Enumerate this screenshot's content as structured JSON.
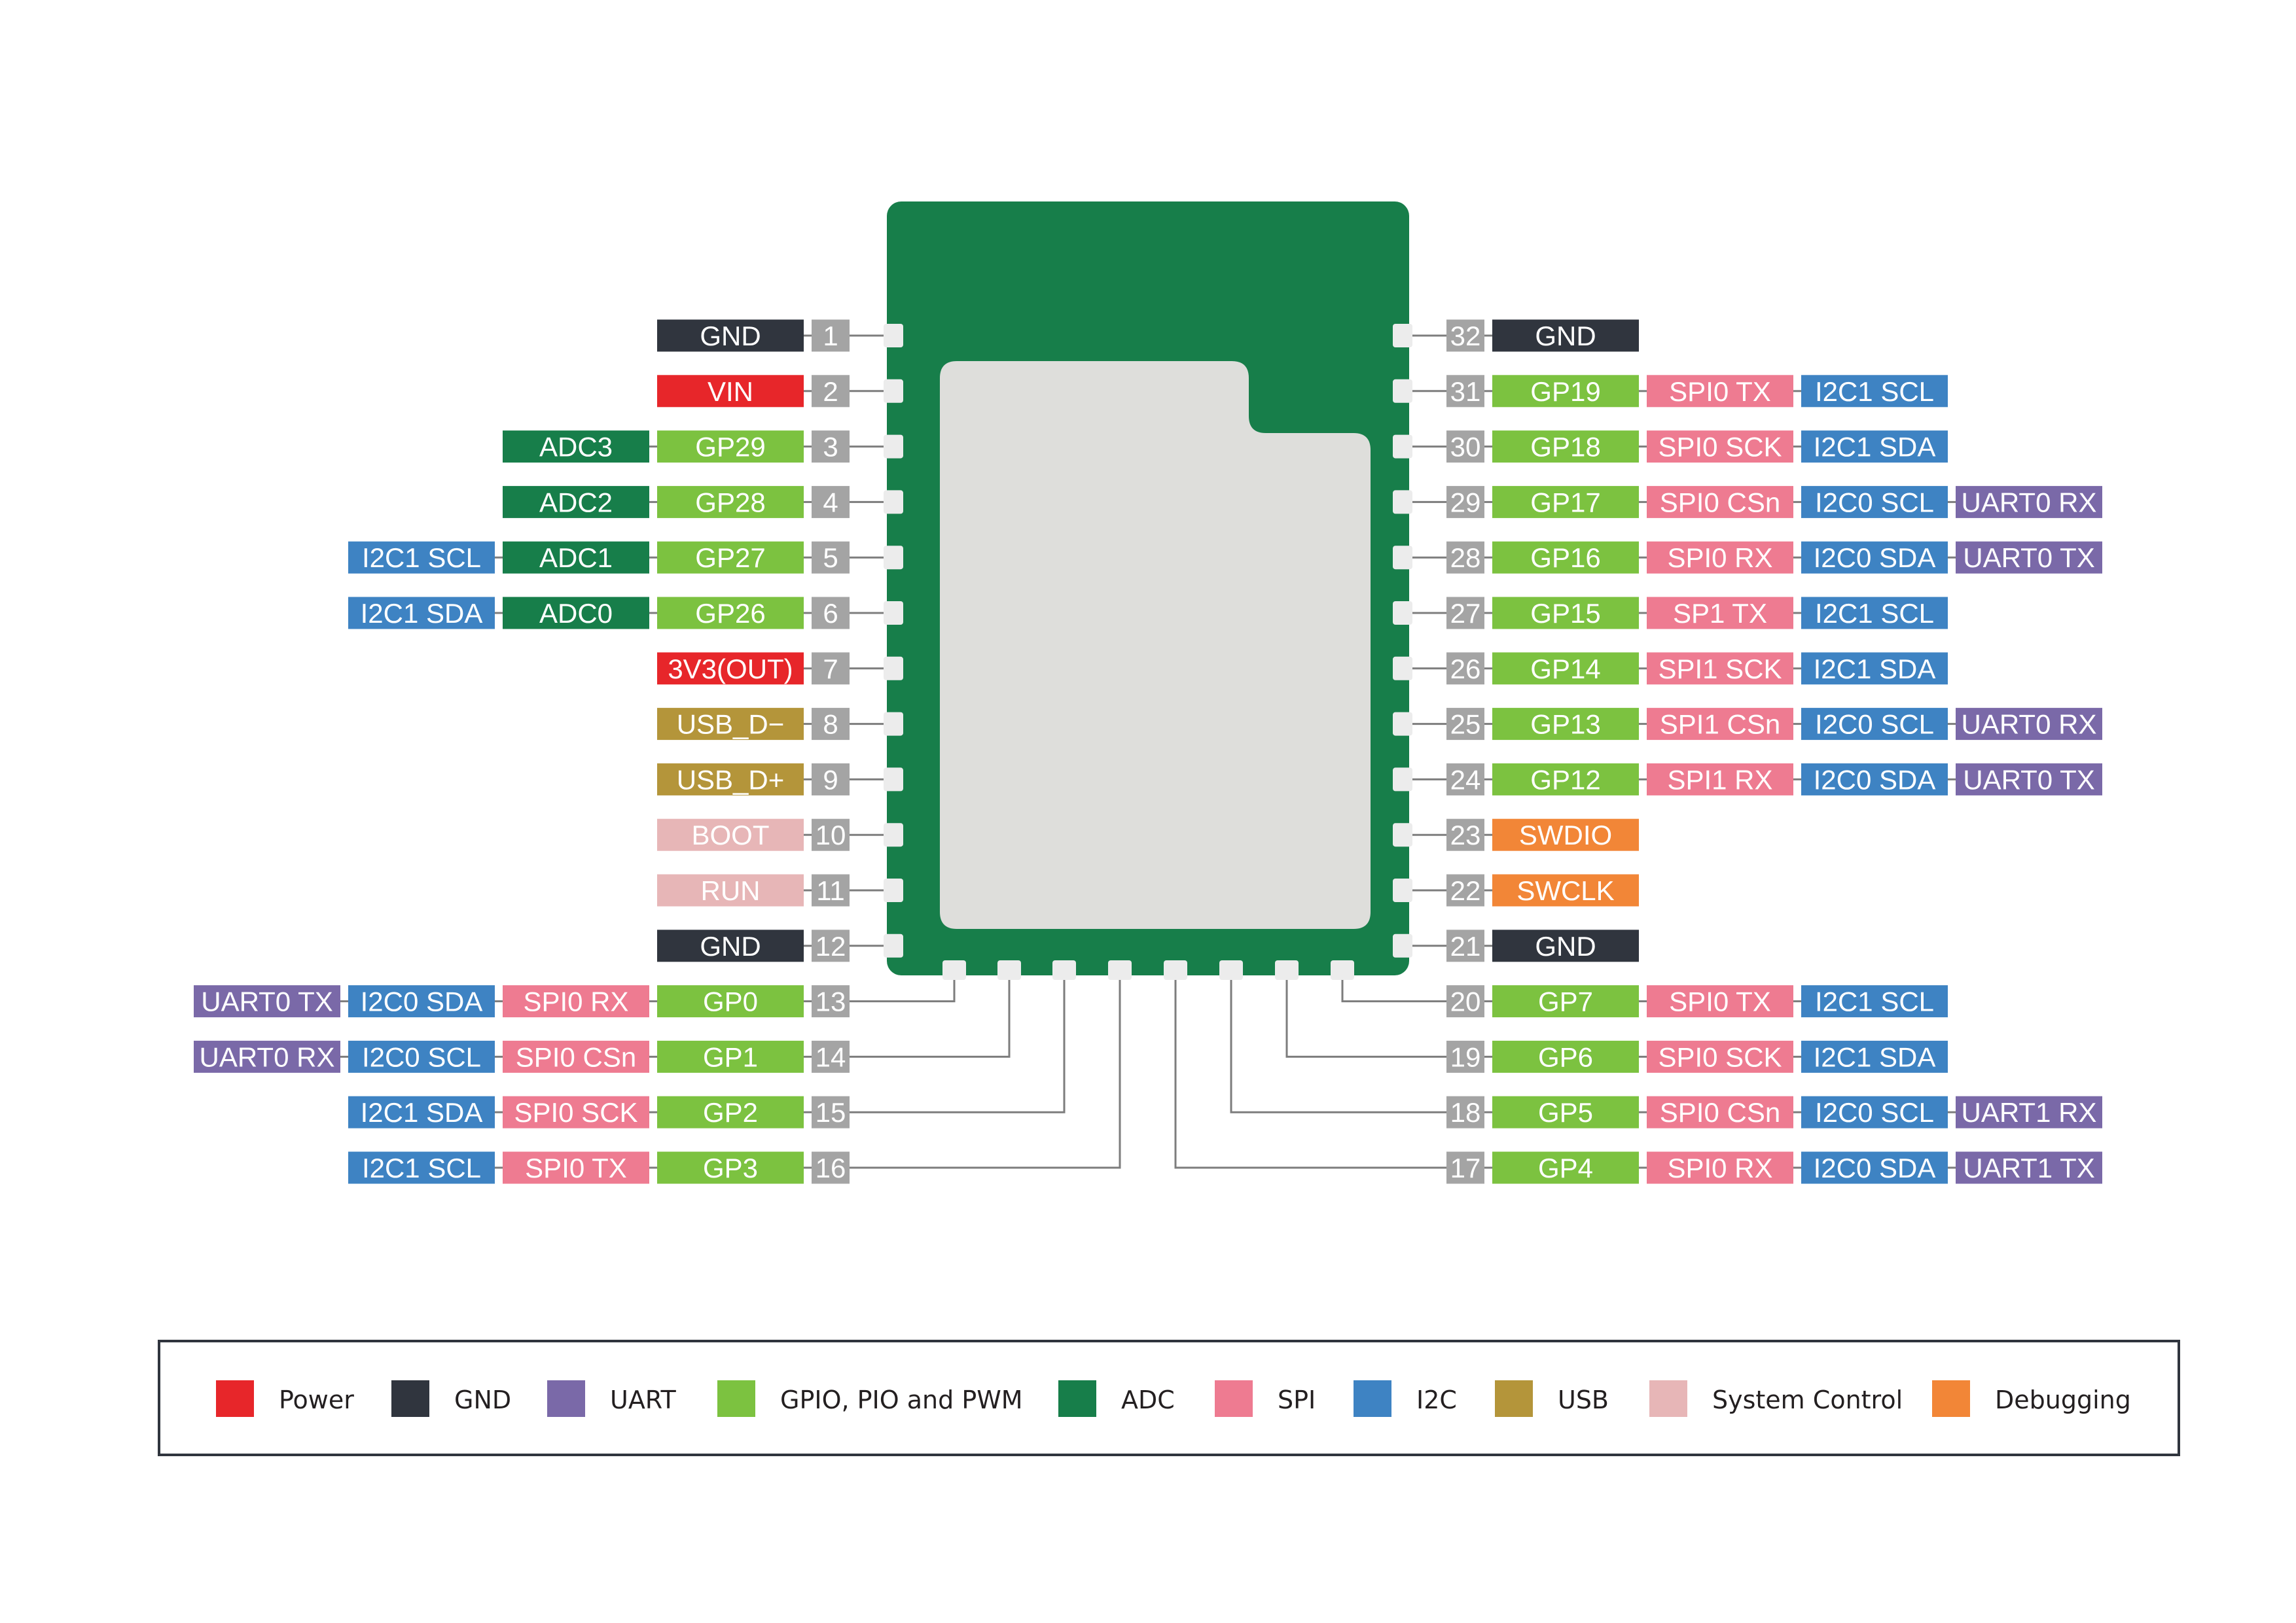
{
  "colors": {
    "power": "#e7262a",
    "gnd": "#30353e",
    "uart": "#7a69a8",
    "gpio": "#7cc240",
    "adc": "#177e4a",
    "spi": "#ee7b91",
    "i2c": "#3e83c3",
    "usb": "#b4953a",
    "sysctl": "#e7b6b7",
    "debug": "#f28637",
    "pin": "#a4a4a4",
    "board": "#177e4a",
    "shield": "#dededb",
    "pad": "#ececec",
    "line": "#7d7d7d"
  },
  "pins_left": [
    {
      "num": "1",
      "tags": [
        {
          "text": "GND",
          "type": "gnd"
        }
      ]
    },
    {
      "num": "2",
      "tags": [
        {
          "text": "VIN",
          "type": "power"
        }
      ]
    },
    {
      "num": "3",
      "tags": [
        {
          "text": "GP29",
          "type": "gpio"
        },
        {
          "text": "ADC3",
          "type": "adc"
        }
      ]
    },
    {
      "num": "4",
      "tags": [
        {
          "text": "GP28",
          "type": "gpio"
        },
        {
          "text": "ADC2",
          "type": "adc"
        }
      ]
    },
    {
      "num": "5",
      "tags": [
        {
          "text": "GP27",
          "type": "gpio"
        },
        {
          "text": "ADC1",
          "type": "adc"
        },
        {
          "text": "I2C1 SCL",
          "type": "i2c"
        }
      ]
    },
    {
      "num": "6",
      "tags": [
        {
          "text": "GP26",
          "type": "gpio"
        },
        {
          "text": "ADC0",
          "type": "adc"
        },
        {
          "text": "I2C1 SDA",
          "type": "i2c"
        }
      ]
    },
    {
      "num": "7",
      "tags": [
        {
          "text": "3V3(OUT)",
          "type": "power"
        }
      ]
    },
    {
      "num": "8",
      "tags": [
        {
          "text": "USB_D−",
          "type": "usb"
        }
      ]
    },
    {
      "num": "9",
      "tags": [
        {
          "text": "USB_D+",
          "type": "usb"
        }
      ]
    },
    {
      "num": "10",
      "tags": [
        {
          "text": "BOOT",
          "type": "sysctl"
        }
      ]
    },
    {
      "num": "11",
      "tags": [
        {
          "text": "RUN",
          "type": "sysctl"
        }
      ]
    },
    {
      "num": "12",
      "tags": [
        {
          "text": "GND",
          "type": "gnd"
        }
      ]
    },
    {
      "num": "13",
      "tags": [
        {
          "text": "GP0",
          "type": "gpio"
        },
        {
          "text": "SPI0 RX",
          "type": "spi"
        },
        {
          "text": "I2C0 SDA",
          "type": "i2c"
        },
        {
          "text": "UART0 TX",
          "type": "uart"
        }
      ]
    },
    {
      "num": "14",
      "tags": [
        {
          "text": "GP1",
          "type": "gpio"
        },
        {
          "text": "SPI0 CSn",
          "type": "spi"
        },
        {
          "text": "I2C0 SCL",
          "type": "i2c"
        },
        {
          "text": "UART0 RX",
          "type": "uart"
        }
      ]
    },
    {
      "num": "15",
      "tags": [
        {
          "text": "GP2",
          "type": "gpio"
        },
        {
          "text": "SPI0 SCK",
          "type": "spi"
        },
        {
          "text": "I2C1 SDA",
          "type": "i2c"
        }
      ]
    },
    {
      "num": "16",
      "tags": [
        {
          "text": "GP3",
          "type": "gpio"
        },
        {
          "text": "SPI0 TX",
          "type": "spi"
        },
        {
          "text": "I2C1 SCL",
          "type": "i2c"
        }
      ]
    }
  ],
  "pins_right": [
    {
      "num": "32",
      "tags": [
        {
          "text": "GND",
          "type": "gnd"
        }
      ]
    },
    {
      "num": "31",
      "tags": [
        {
          "text": "GP19",
          "type": "gpio"
        },
        {
          "text": "SPI0 TX",
          "type": "spi"
        },
        {
          "text": "I2C1 SCL",
          "type": "i2c"
        }
      ]
    },
    {
      "num": "30",
      "tags": [
        {
          "text": "GP18",
          "type": "gpio"
        },
        {
          "text": "SPI0 SCK",
          "type": "spi"
        },
        {
          "text": "I2C1 SDA",
          "type": "i2c"
        }
      ]
    },
    {
      "num": "29",
      "tags": [
        {
          "text": "GP17",
          "type": "gpio"
        },
        {
          "text": "SPI0 CSn",
          "type": "spi"
        },
        {
          "text": "I2C0 SCL",
          "type": "i2c"
        },
        {
          "text": "UART0 RX",
          "type": "uart"
        }
      ]
    },
    {
      "num": "28",
      "tags": [
        {
          "text": "GP16",
          "type": "gpio"
        },
        {
          "text": "SPI0 RX",
          "type": "spi"
        },
        {
          "text": "I2C0 SDA",
          "type": "i2c"
        },
        {
          "text": "UART0 TX",
          "type": "uart"
        }
      ]
    },
    {
      "num": "27",
      "tags": [
        {
          "text": "GP15",
          "type": "gpio"
        },
        {
          "text": "SP1 TX",
          "type": "spi"
        },
        {
          "text": "I2C1 SCL",
          "type": "i2c"
        }
      ]
    },
    {
      "num": "26",
      "tags": [
        {
          "text": "GP14",
          "type": "gpio"
        },
        {
          "text": "SPI1 SCK",
          "type": "spi"
        },
        {
          "text": "I2C1 SDA",
          "type": "i2c"
        }
      ]
    },
    {
      "num": "25",
      "tags": [
        {
          "text": "GP13",
          "type": "gpio"
        },
        {
          "text": "SPI1 CSn",
          "type": "spi"
        },
        {
          "text": "I2C0 SCL",
          "type": "i2c"
        },
        {
          "text": "UART0 RX",
          "type": "uart"
        }
      ]
    },
    {
      "num": "24",
      "tags": [
        {
          "text": "GP12",
          "type": "gpio"
        },
        {
          "text": "SPI1 RX",
          "type": "spi"
        },
        {
          "text": "I2C0 SDA",
          "type": "i2c"
        },
        {
          "text": "UART0 TX",
          "type": "uart"
        }
      ]
    },
    {
      "num": "23",
      "tags": [
        {
          "text": "SWDIO",
          "type": "debug"
        }
      ]
    },
    {
      "num": "22",
      "tags": [
        {
          "text": "SWCLK",
          "type": "debug"
        }
      ]
    },
    {
      "num": "21",
      "tags": [
        {
          "text": "GND",
          "type": "gnd"
        }
      ]
    },
    {
      "num": "20",
      "tags": [
        {
          "text": "GP7",
          "type": "gpio"
        },
        {
          "text": "SPI0 TX",
          "type": "spi"
        },
        {
          "text": "I2C1 SCL",
          "type": "i2c"
        }
      ]
    },
    {
      "num": "19",
      "tags": [
        {
          "text": "GP6",
          "type": "gpio"
        },
        {
          "text": "SPI0 SCK",
          "type": "spi"
        },
        {
          "text": "I2C1 SDA",
          "type": "i2c"
        }
      ]
    },
    {
      "num": "18",
      "tags": [
        {
          "text": "GP5",
          "type": "gpio"
        },
        {
          "text": "SPI0 CSn",
          "type": "spi"
        },
        {
          "text": "I2C0 SCL",
          "type": "i2c"
        },
        {
          "text": "UART1 RX",
          "type": "uart"
        }
      ]
    },
    {
      "num": "17",
      "tags": [
        {
          "text": "GP4",
          "type": "gpio"
        },
        {
          "text": "SPI0 RX",
          "type": "spi"
        },
        {
          "text": "I2C0 SDA",
          "type": "i2c"
        },
        {
          "text": "UART1 TX",
          "type": "uart"
        }
      ]
    }
  ],
  "legend": [
    {
      "label": "Power",
      "type": "power"
    },
    {
      "label": "GND",
      "type": "gnd"
    },
    {
      "label": "UART",
      "type": "uart"
    },
    {
      "label": "GPIO, PIO and PWM",
      "type": "gpio"
    },
    {
      "label": "ADC",
      "type": "adc"
    },
    {
      "label": "SPI",
      "type": "spi"
    },
    {
      "label": "I2C",
      "type": "i2c"
    },
    {
      "label": "USB",
      "type": "usb"
    },
    {
      "label": "System Control",
      "type": "sysctl"
    },
    {
      "label": "Debugging",
      "type": "debug"
    }
  ]
}
